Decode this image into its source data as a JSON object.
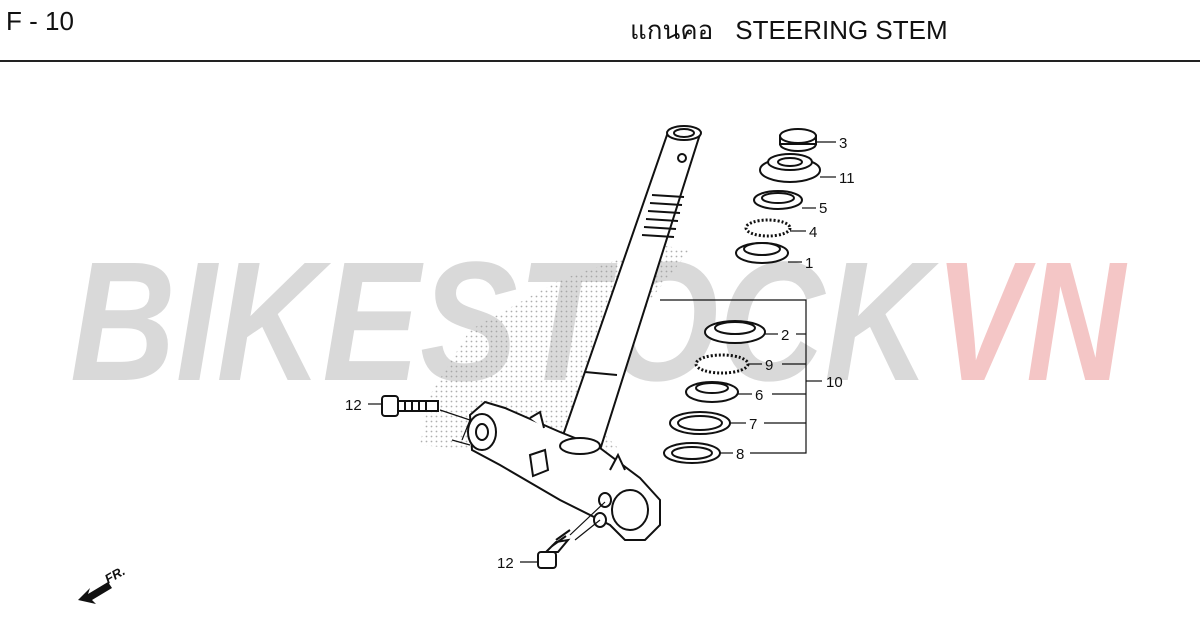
{
  "header": {
    "page_code": "F - 10",
    "title_thai": "แกนคอ",
    "title_english": "STEERING STEM"
  },
  "watermark": {
    "text_gray": "BIKESTOCK",
    "text_red": "VN",
    "color_gray": "#d9d9d9",
    "color_red": "#f4c6c6"
  },
  "callouts": [
    "3",
    "11",
    "5",
    "4",
    "1",
    "2",
    "9",
    "6",
    "7",
    "8",
    "10",
    "12",
    "12"
  ],
  "front_indicator": "FR."
}
